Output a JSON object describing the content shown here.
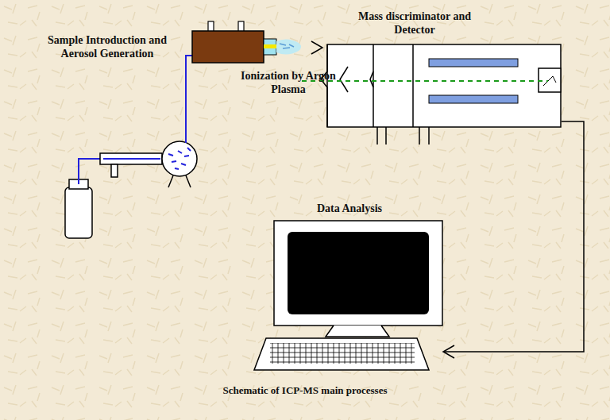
{
  "diagram": {
    "caption": "Schematic of ICP-MS main processes",
    "nodes": [
      {
        "text": [
          "Sample Introduction and Aerosol Generation"
        ]
      },
      {
        "text": [
          "Ionization by Argon Plasma"
        ]
      },
      {
        "text": [
          "Mass discriminator and Detector"
        ]
      },
      {
        "text": [
          "Data Analysis"
        ]
      }
    ],
    "edges": [
      {
        "from": 2,
        "to": 3,
        "arrow": "to"
      }
    ]
  }
}
